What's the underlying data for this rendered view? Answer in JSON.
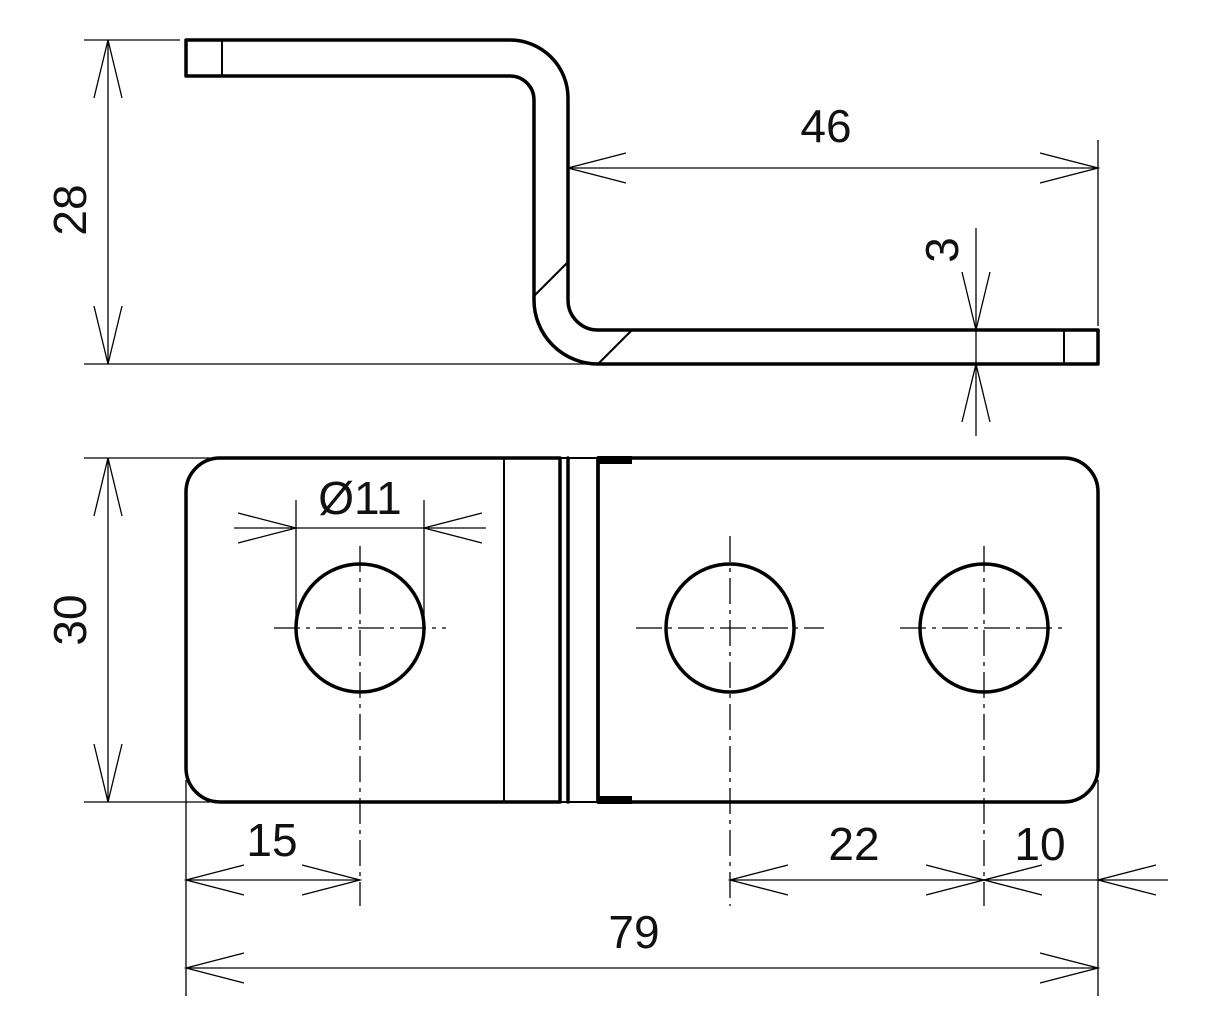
{
  "side_view": {
    "height_label": "28",
    "length_label": "46",
    "thickness_label": "3"
  },
  "top_view": {
    "height_label": "30",
    "hole_diameter_label": "Ø11",
    "hole_offset_label": "15",
    "hole_pitch_label": "22",
    "edge_distance_label": "10",
    "overall_length_label": "79"
  }
}
